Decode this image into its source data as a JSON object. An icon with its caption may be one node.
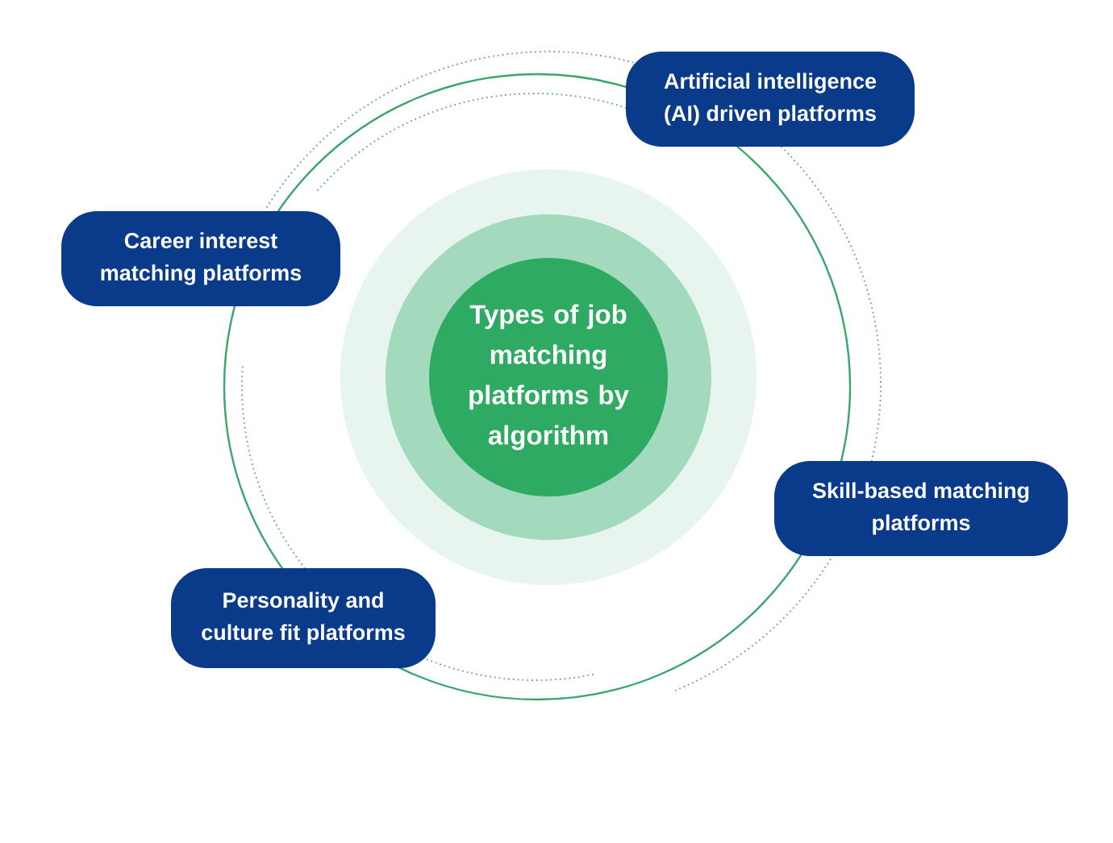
{
  "diagram": {
    "nodes": [
      {
        "text": [
          "Artificial intelligence (AI) driven platforms"
        ]
      },
      {
        "text": [
          "Career interest matching platforms"
        ]
      },
      {
        "text": [
          "Types of job matching platforms by algorithm"
        ]
      },
      {
        "text": [
          "Skill-based matching platforms"
        ]
      },
      {
        "text": [
          "Personality and culture fit platforms"
        ]
      }
    ]
  }
}
